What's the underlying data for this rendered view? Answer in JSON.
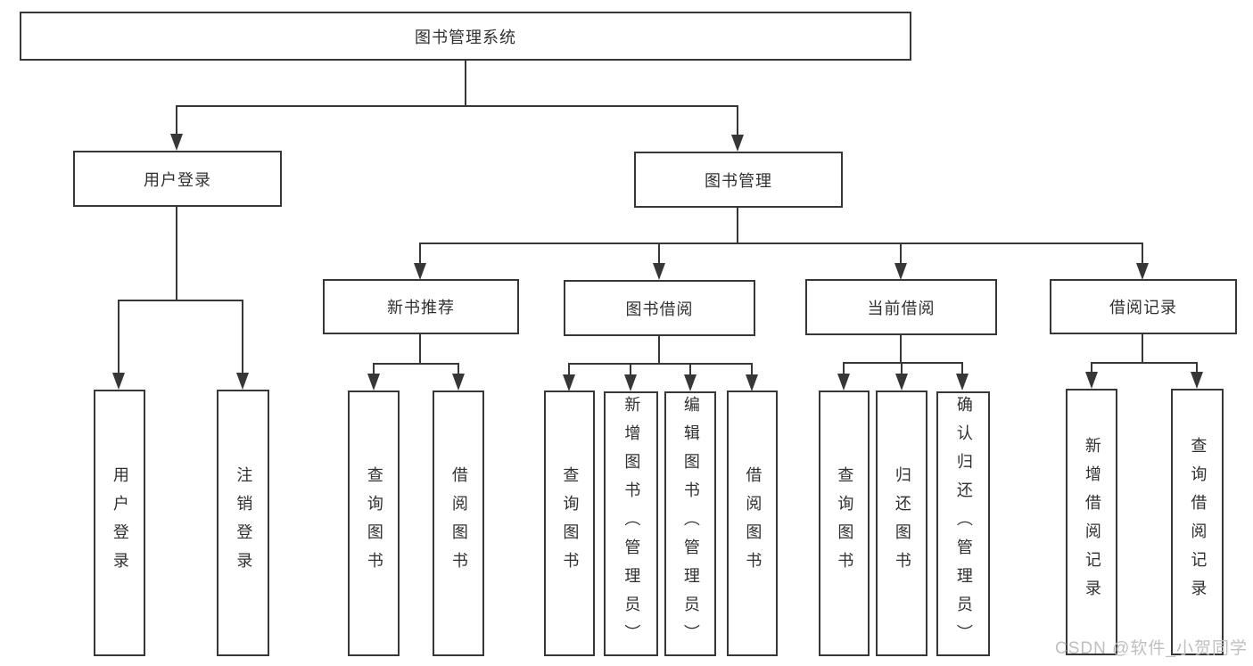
{
  "diagram_type": "hierarchy-tree",
  "colors": {
    "line": "#373737",
    "text": "#303030",
    "background": "#ffffff",
    "watermark": "#bfbfbf"
  },
  "watermark": {
    "text": "CSDN @软件_小贺同学"
  },
  "tree": {
    "label": "图书管理系统",
    "children": [
      {
        "label": "用户登录",
        "children": [
          {
            "label": "用户登录"
          },
          {
            "label": "注销登录"
          }
        ]
      },
      {
        "label": "图书管理",
        "children": [
          {
            "label": "新书推荐",
            "children": [
              {
                "label": "查询图书"
              },
              {
                "label": "借阅图书"
              }
            ]
          },
          {
            "label": "图书借阅",
            "children": [
              {
                "label": "查询图书"
              },
              {
                "label": "新增图书（管理员）"
              },
              {
                "label": "编辑图书（管理员）"
              },
              {
                "label": "借阅图书"
              }
            ]
          },
          {
            "label": "当前借阅",
            "children": [
              {
                "label": "查询图书"
              },
              {
                "label": "归还图书"
              },
              {
                "label": "确认归还（管理员）"
              }
            ]
          },
          {
            "label": "借阅记录",
            "children": [
              {
                "label": "新增借阅记录"
              },
              {
                "label": "查询借阅记录"
              }
            ]
          }
        ]
      }
    ]
  }
}
